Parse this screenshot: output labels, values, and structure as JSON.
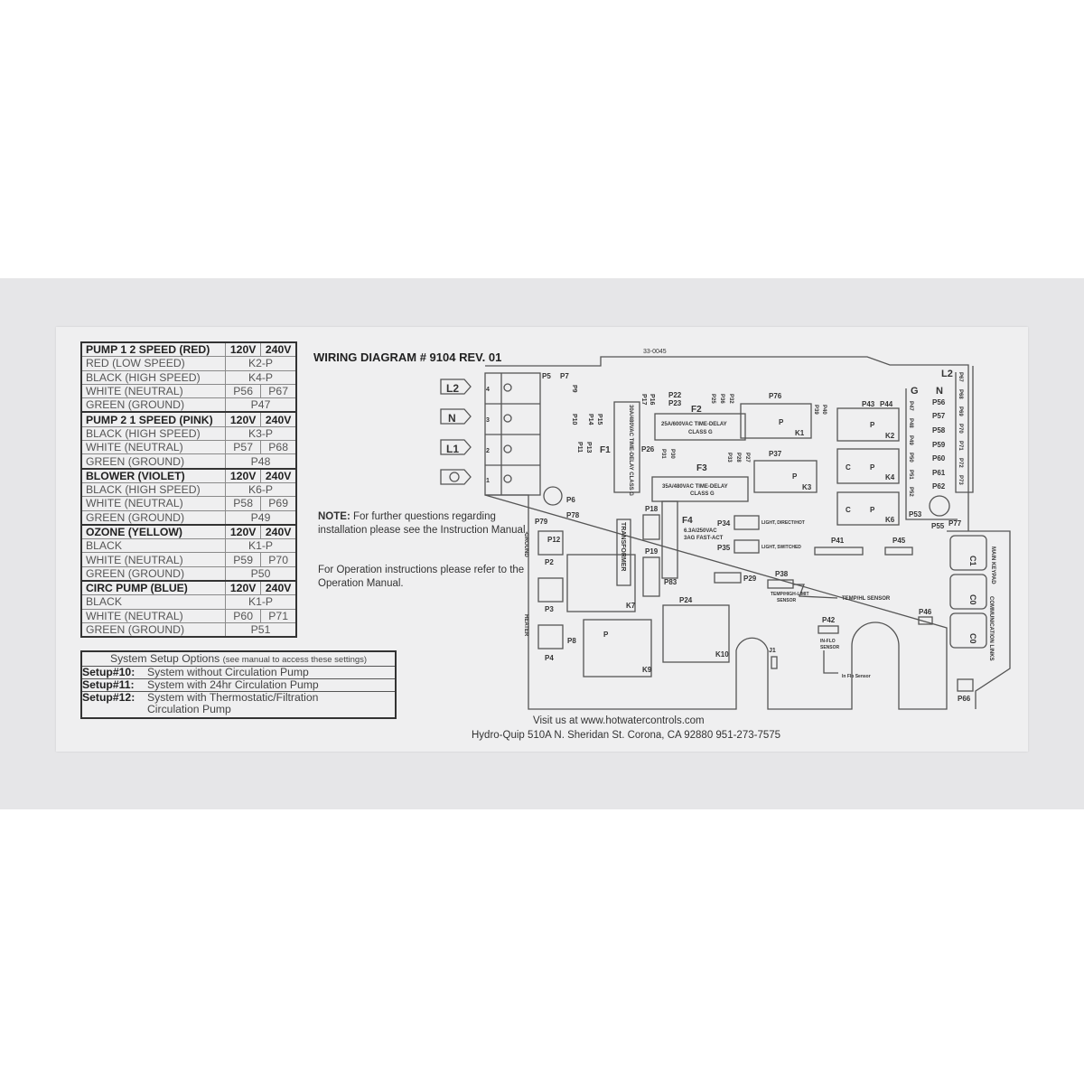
{
  "diagram_title": "WIRING DIAGRAM # 9104 REV. 01",
  "part_number": "33-0045",
  "wiring_table": [
    {
      "header": true,
      "cells": [
        "PUMP 1 2 SPEED (RED)",
        "120V",
        "240V"
      ]
    },
    {
      "cells": [
        "RED (LOW SPEED)",
        "K2-P"
      ]
    },
    {
      "cells": [
        "BLACK (HIGH SPEED)",
        "K4-P"
      ]
    },
    {
      "cells": [
        "WHITE (NEUTRAL)",
        "P56",
        "P67"
      ]
    },
    {
      "cells": [
        "GREEN (GROUND)",
        "P47"
      ]
    },
    {
      "header": true,
      "cells": [
        "PUMP 2 1 SPEED (PINK)",
        "120V",
        "240V"
      ]
    },
    {
      "cells": [
        "BLACK (HIGH SPEED)",
        "K3-P"
      ]
    },
    {
      "cells": [
        "WHITE (NEUTRAL)",
        "P57",
        "P68"
      ]
    },
    {
      "cells": [
        "GREEN (GROUND)",
        "P48"
      ]
    },
    {
      "header": true,
      "cells": [
        "BLOWER (VIOLET)",
        "120V",
        "240V"
      ]
    },
    {
      "cells": [
        "BLACK (HIGH SPEED)",
        "K6-P"
      ]
    },
    {
      "cells": [
        "WHITE (NEUTRAL)",
        "P58",
        "P69"
      ]
    },
    {
      "cells": [
        "GREEN (GROUND)",
        "P49"
      ]
    },
    {
      "header": true,
      "cells": [
        "OZONE (YELLOW)",
        "120V",
        "240V"
      ]
    },
    {
      "cells": [
        "BLACK",
        "K1-P"
      ]
    },
    {
      "cells": [
        "WHITE (NEUTRAL)",
        "P59",
        "P70"
      ]
    },
    {
      "cells": [
        "GREEN (GROUND)",
        "P50"
      ]
    },
    {
      "header": true,
      "cells": [
        "CIRC PUMP (BLUE)",
        "120V",
        "240V"
      ]
    },
    {
      "cells": [
        "BLACK",
        "K1-P"
      ]
    },
    {
      "cells": [
        "WHITE (NEUTRAL)",
        "P60",
        "P71"
      ]
    },
    {
      "cells": [
        "GREEN (GROUND)",
        "P51"
      ]
    }
  ],
  "setup": {
    "heading": "System Setup Options",
    "heading_note": "(see manual to access these settings)",
    "options": [
      {
        "code": "Setup#10:",
        "text": "System without Circulation Pump"
      },
      {
        "code": "Setup#11:",
        "text": "System with 24hr Circulation Pump"
      },
      {
        "code": "Setup#12:",
        "text": "System with Thermostatic/Filtration Circulation Pump"
      }
    ]
  },
  "note": {
    "label": "NOTE:",
    "text": "For further questions regarding installation please see the Instruction Manual.",
    "operation": "For Operation instructions please refer to the Operation Manual."
  },
  "footer": {
    "website": "Visit us at www.hotwatercontrols.com",
    "address": "Hydro-Quip 510A N. Sheridan St. Corona, CA 92880 951-273-7575"
  },
  "board": {
    "labels": [
      "L2",
      "N",
      "L1",
      "4",
      "3",
      "2",
      "1",
      "P5",
      "P7",
      "P9",
      "P10",
      "P14",
      "P15",
      "P11",
      "P13",
      "F1",
      "30A/480VAC TIME-DELAY CLASS G",
      "P17",
      "P16",
      "P22",
      "P23",
      "F2",
      "25A/600VAC TIME-DELAY",
      "CLASS G",
      "P76",
      "K1",
      "P39",
      "P40",
      "P26",
      "F3",
      "35A/480VAC TIME-DELAY",
      "CLASS G",
      "P37",
      "K3",
      "P43",
      "P44",
      "K2",
      "K4",
      "K6",
      "G",
      "N",
      "L2",
      "P56",
      "P57",
      "P58",
      "P59",
      "P60",
      "P61",
      "P62",
      "P53",
      "P55",
      "P77",
      "P6",
      "P79",
      "P78",
      "P12",
      "GROUND",
      "P2",
      "P3",
      "HEATER",
      "P4",
      "P8",
      "K7",
      "K9",
      "K10",
      "P24",
      "TRANSFORMER",
      "P18",
      "P19",
      "F4",
      "6.3A/250VAC",
      "3AG FAST-ACT",
      "P83",
      "P34",
      "LIGHT, DIRECT/HOT",
      "P35",
      "LIGHT, SWITCHED",
      "P41",
      "P45",
      "P29",
      "P38",
      "TEMP/HIGH-LIMIT",
      "SENSOR",
      "TEMP/HL SENSOR",
      "P42",
      "IN-FLO",
      "SENSOR",
      "In Flo Sensor",
      "J1",
      "P46",
      "P66",
      "C1",
      "C0",
      "C0",
      "MAIN KEYPAD",
      "COMMUNICATION LINKS",
      "P",
      "P",
      "P",
      "C",
      "P",
      "C",
      "P",
      "P",
      "P47",
      "P48",
      "P49",
      "P50",
      "P51",
      "P52",
      "P67",
      "P68",
      "P69",
      "P70",
      "P71",
      "P72",
      "P73",
      "P25",
      "P36",
      "P32",
      "P31",
      "P30",
      "P33",
      "P28",
      "P27"
    ]
  }
}
